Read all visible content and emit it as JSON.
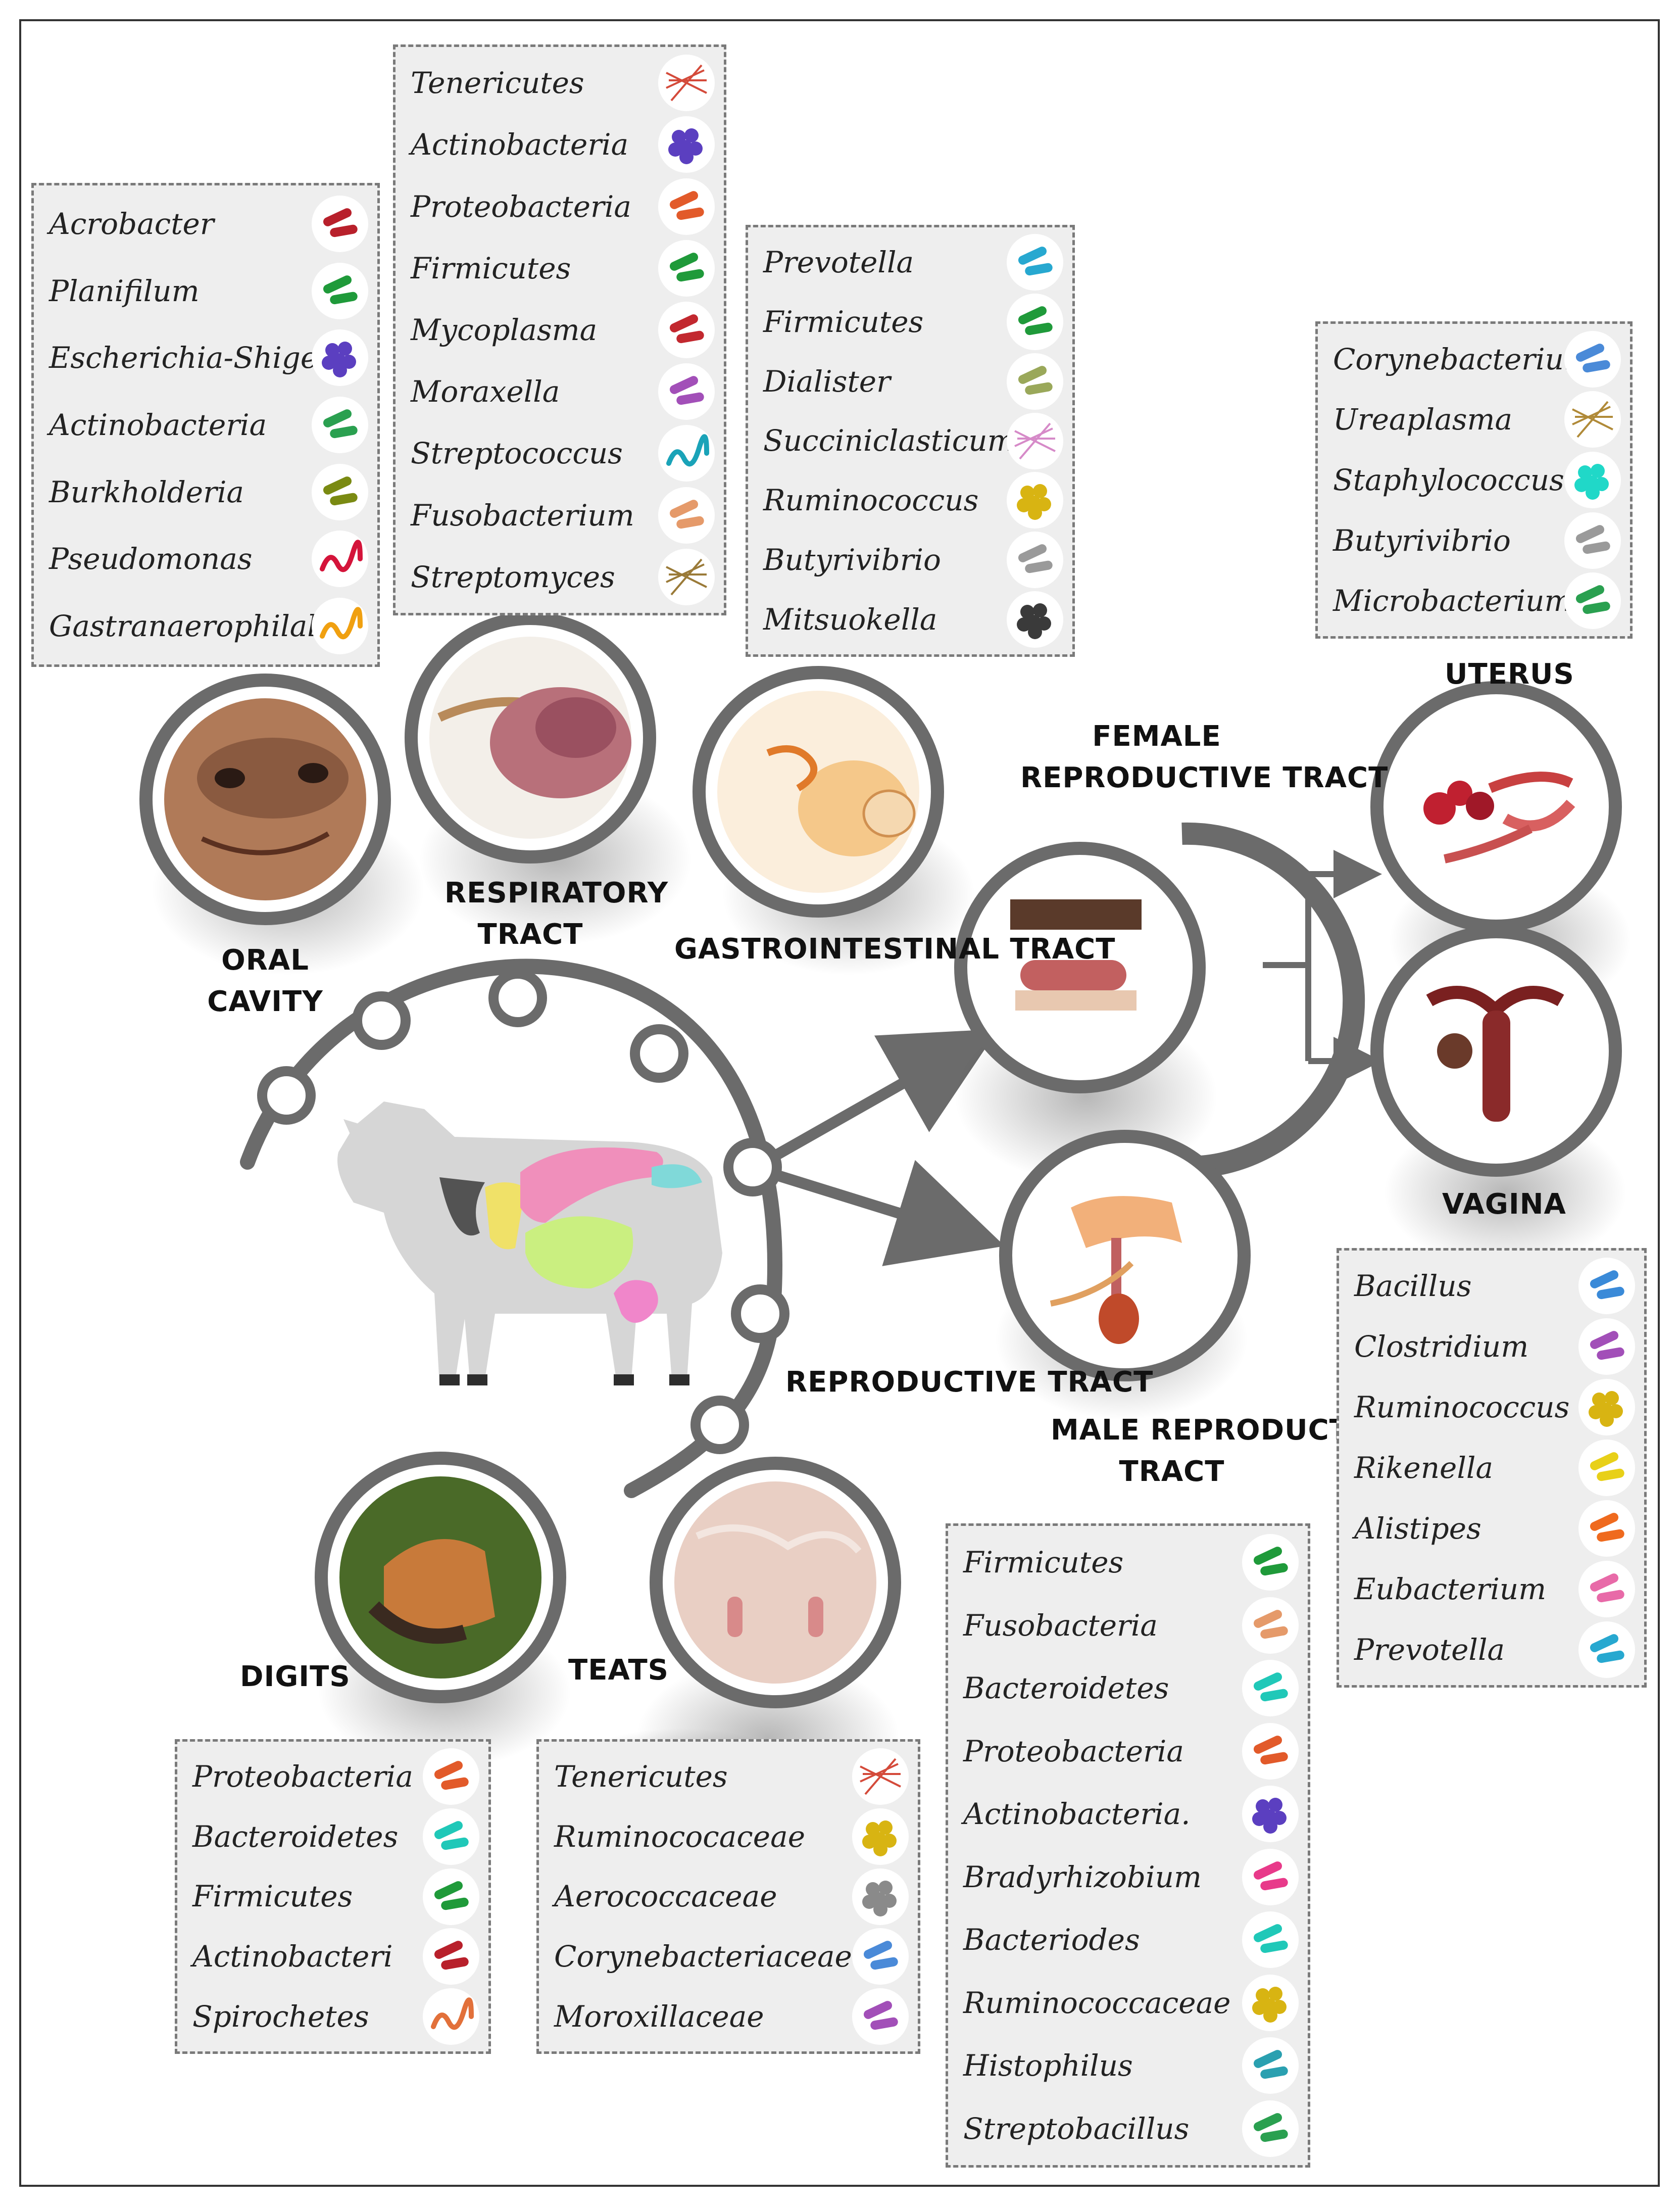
{
  "colors": {
    "ring": "#6b6b6b",
    "arrow": "#6b6b6b",
    "box_bg": "#eeeeee",
    "box_border": "#7a7a7a"
  },
  "labels": {
    "oral_cavity": [
      "ORAL",
      "CAVITY"
    ],
    "respiratory_tract": [
      "RESPIRATORY",
      "TRACT"
    ],
    "gastrointestinal_tract": "GASTROINTESTINAL TRACT",
    "female_reproductive_tract": [
      "FEMALE",
      "REPRODUCTIVE TRACT"
    ],
    "uterus": "UTERUS",
    "vagina": "VAGINA",
    "reproductive_tract": "REPRODUCTIVE TRACT",
    "male_reproductive_tract": [
      "MALE REPRODUCTIVE",
      "TRACT"
    ],
    "digits": "DIGITS",
    "teats": "TEATS"
  },
  "boxes": {
    "oral_cavity": [
      {
        "name": "Acrobacter",
        "icon": "red-curved-rod",
        "color": "#b8202b"
      },
      {
        "name": "Planifilum",
        "icon": "green-rod",
        "color": "#1f9a3a"
      },
      {
        "name": "Escherichia-Shigella",
        "icon": "purple-cocci-cluster",
        "color": "#5b3fc0"
      },
      {
        "name": "Actinobacteria",
        "icon": "green-curved-rod",
        "color": "#2aa050"
      },
      {
        "name": "Burkholderia",
        "icon": "mixed-rods",
        "color": "#7a8a12"
      },
      {
        "name": "Pseudomonas",
        "icon": "red-spiral",
        "color": "#d4143a"
      },
      {
        "name": "Gastranaerophilales",
        "icon": "orange-spiral",
        "color": "#f0a010"
      }
    ],
    "respiratory_tract": [
      {
        "name": "Tenericutes",
        "icon": "red-filaments",
        "color": "#d44a3a"
      },
      {
        "name": "Actinobacteria",
        "icon": "purple-cocci-cluster",
        "color": "#5b3fc0"
      },
      {
        "name": "Proteobacteria",
        "icon": "orange-curved-rod",
        "color": "#e25a2a"
      },
      {
        "name": "Firmicutes",
        "icon": "green-rod",
        "color": "#1f9a3a"
      },
      {
        "name": "Mycoplasma",
        "icon": "red-capsule",
        "color": "#c2282f"
      },
      {
        "name": "Moraxella",
        "icon": "purple-rods",
        "color": "#a24fb8"
      },
      {
        "name": "Streptococcus",
        "icon": "teal-chain",
        "color": "#1aa3b8"
      },
      {
        "name": "Fusobacterium",
        "icon": "orange-ovals",
        "color": "#e59a6a"
      },
      {
        "name": "Streptomyces",
        "icon": "brown-filaments",
        "color": "#9a7a38"
      }
    ],
    "gastrointestinal_tract": [
      {
        "name": "Prevotella",
        "icon": "blue-rods",
        "color": "#27a8d0"
      },
      {
        "name": "Firmicutes",
        "icon": "green-rod",
        "color": "#1f9a3a"
      },
      {
        "name": "Dialister",
        "icon": "olive-rods",
        "color": "#9aa85a"
      },
      {
        "name": "Succiniclasticum",
        "icon": "pink-filaments",
        "color": "#d68ac8"
      },
      {
        "name": "Ruminococcus",
        "icon": "yellow-cocci",
        "color": "#d8b412"
      },
      {
        "name": "Butyrivibrio",
        "icon": "grey-rods",
        "color": "#9a9a9a"
      },
      {
        "name": "Mitsuokella",
        "icon": "dark-cocci",
        "color": "#3a3a3a"
      }
    ],
    "uterus": [
      {
        "name": "Corynebacterium",
        "icon": "blue-club-rods",
        "color": "#4a8ad8"
      },
      {
        "name": "Ureaplasma",
        "icon": "brown-filaments",
        "color": "#b08a38"
      },
      {
        "name": "Staphylococcus",
        "icon": "cyan-cocci-cluster",
        "color": "#20d8c8"
      },
      {
        "name": "Butyrivibrio",
        "icon": "grey-rods",
        "color": "#9a9a9a"
      },
      {
        "name": "Microbacterium",
        "icon": "green-rods",
        "color": "#2aa050"
      }
    ],
    "vagina": [
      {
        "name": "Bacillus",
        "icon": "blue-rods",
        "color": "#3a8ad8"
      },
      {
        "name": "Clostridium",
        "icon": "purple-rods",
        "color": "#a24fb8"
      },
      {
        "name": "Ruminococcus",
        "icon": "yellow-cocci",
        "color": "#d8b412"
      },
      {
        "name": "Rikenella",
        "icon": "yellow-rods",
        "color": "#e8d018"
      },
      {
        "name": "Alistipes",
        "icon": "orange-rods",
        "color": "#ef6a1e"
      },
      {
        "name": "Eubacterium",
        "icon": "pink-rod",
        "color": "#e86aa8"
      },
      {
        "name": "Prevotella",
        "icon": "blue-rods",
        "color": "#27a8d0"
      }
    ],
    "male_reproductive_tract": [
      {
        "name": "Firmicutes",
        "icon": "green-rod",
        "color": "#1f9a3a"
      },
      {
        "name": "Fusobacteria",
        "icon": "orange-ovals",
        "color": "#e59a6a"
      },
      {
        "name": "Bacteroidetes",
        "icon": "cyan-rod",
        "color": "#20c8b8"
      },
      {
        "name": "Proteobacteria",
        "icon": "orange-curved-rod",
        "color": "#e25a2a"
      },
      {
        "name": "Actinobacteria.",
        "icon": "purple-cocci-cluster",
        "color": "#5b3fc0"
      },
      {
        "name": "Bradyrhizobium",
        "icon": "pink-rod",
        "color": "#e83a8a"
      },
      {
        "name": "Bacteriodes",
        "icon": "cyan-rod",
        "color": "#20c8b8"
      },
      {
        "name": "Ruminococcaceae",
        "icon": "yellow-cocci",
        "color": "#d8b412"
      },
      {
        "name": "Histophilus",
        "icon": "teal-rods",
        "color": "#2aa0b0"
      },
      {
        "name": "Streptobacillus",
        "icon": "green-rods",
        "color": "#2aa050"
      }
    ],
    "digits": [
      {
        "name": "Proteobacteria",
        "icon": "orange-curved-rod",
        "color": "#e25a2a"
      },
      {
        "name": "Bacteroidetes",
        "icon": "cyan-rod",
        "color": "#20c8b8"
      },
      {
        "name": "Firmicutes",
        "icon": "green-rod",
        "color": "#1f9a3a"
      },
      {
        "name": "Actinobacteri",
        "icon": "red-curved-rod",
        "color": "#b8202b"
      },
      {
        "name": "Spirochetes",
        "icon": "orange-spiral",
        "color": "#e2703a"
      }
    ],
    "teats": [
      {
        "name": "Tenericutes",
        "icon": "red-filaments",
        "color": "#d44a3a"
      },
      {
        "name": "Ruminococaceae",
        "icon": "yellow-cocci",
        "color": "#d8b412"
      },
      {
        "name": "Aerococcaceae",
        "icon": "grey-cocci",
        "color": "#8a8a8a"
      },
      {
        "name": "Corynebacteriaceae",
        "icon": "blue-club-rods",
        "color": "#4a8ad8"
      },
      {
        "name": "Moroxillaceae",
        "icon": "purple-rods",
        "color": "#a24fb8"
      }
    ]
  }
}
